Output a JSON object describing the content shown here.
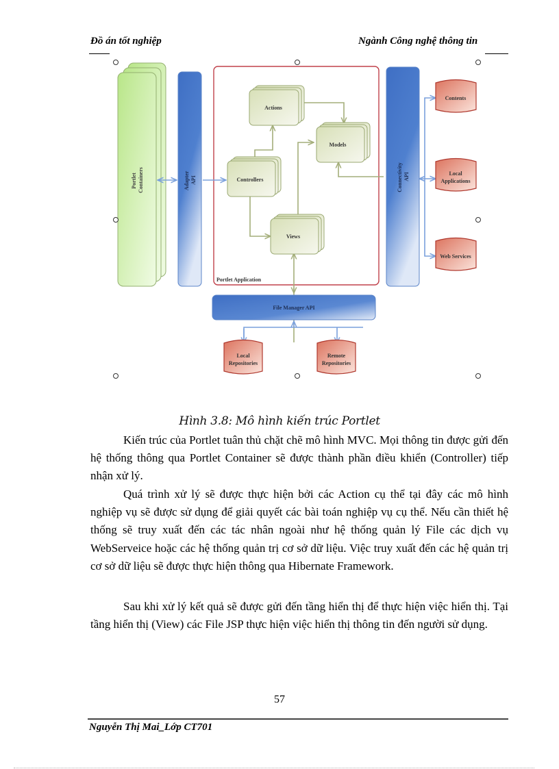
{
  "header": {
    "left": "Đồ án tốt nghiệp",
    "right": "Ngành Công nghệ thông tin"
  },
  "diagram": {
    "portlet_containers": "Portlet Containers",
    "adapter_api": "Adapter API",
    "portlet_application": "Portlet Application",
    "actions": "Actions",
    "models": "Models",
    "controllers": "Controllers",
    "views": "Views",
    "connectivity_api": "Connectivity API",
    "contents": "Contents",
    "local_applications_1": "Local",
    "local_applications_2": "Applications",
    "web_services": "Web Services",
    "file_manager_api": "File Manager API",
    "local_repositories_1": "Local",
    "local_repositories_2": "Repositories",
    "remote_repositories_1": "Remote",
    "remote_repositories_2": "Repositories",
    "colors": {
      "container_green": "#c8ec9c",
      "api_blue": "#3f70c4",
      "app_border_red": "#c0404a",
      "component_fill": "#e6ebd2",
      "component_border": "#9aa872",
      "db_red": "#e0806e",
      "connector_blue": "#7aa0dc",
      "connector_olive": "#a4ae7a"
    }
  },
  "caption": "Hình 3.8: Mô hình kiến trúc Portlet",
  "paragraphs": [
    "Kiến trúc của Portlet tuân thủ chặt chẽ mô hình MVC. Mọi thông tin được gửi đến hệ thống thông qua Portlet Container sẽ được thành phần điều khiển (Controller) tiếp nhận xử lý.",
    "Quá trình xử lý sẽ được thực hiện bởi các Action cụ thể tại đây các mô hình nghiệp vụ sẽ được sử dụng để giải quyết các bài toán nghiệp vụ cụ thể. Nếu cần thiết hệ thống sẽ truy xuất đến các tác nhân ngoài như hệ thống quản lý File các dịch vụ WebServeice hoặc các hệ thống quản trị cơ sở dữ liệu.  Việc truy xuất đến các hệ quản trị cơ sở dữ liệu sẽ được thực hiện thông qua Hibernate Framework.",
    "Sau khi xử lý kết quả sẽ được gửi đến tầng hiển thị để thực hiện việc hiển thị. Tại tầng hiển thị (View) các File JSP thực hiện việc hiển thị thông tin đến người sử dụng."
  ],
  "page_number": "57",
  "footer": "Nguyễn Thị Mai_Lớp CT701"
}
